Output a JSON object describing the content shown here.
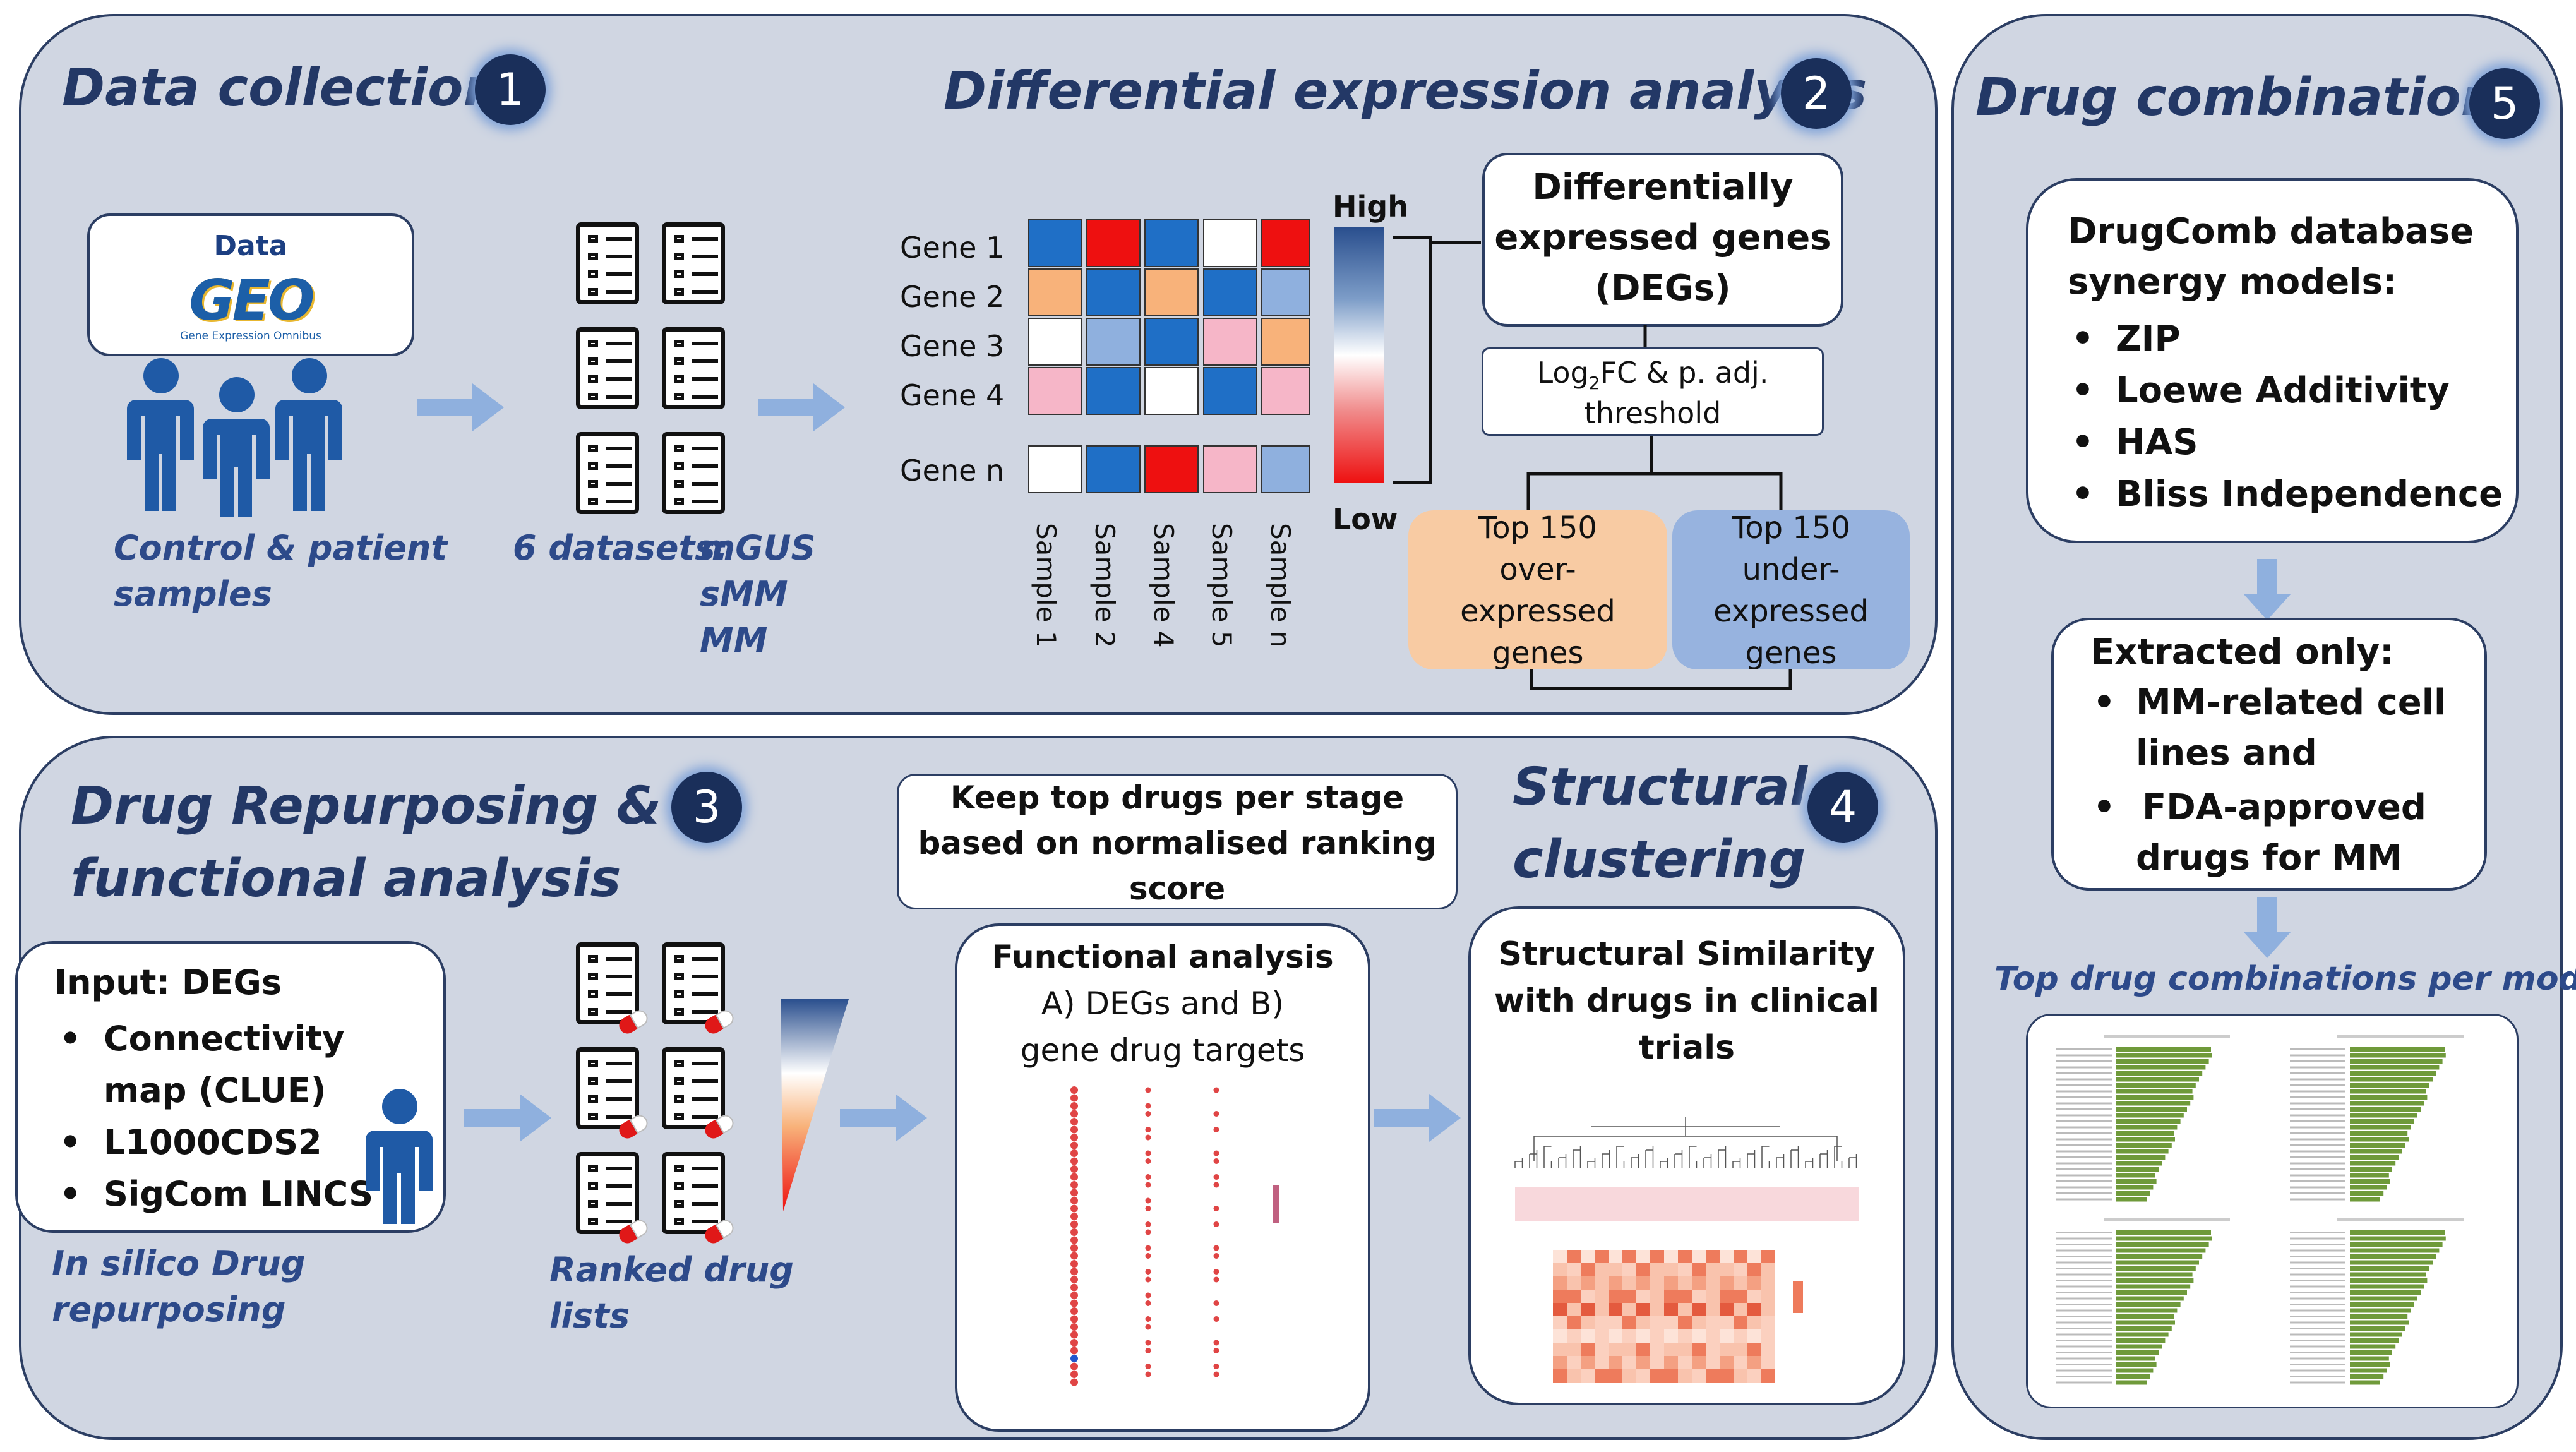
{
  "sections": {
    "s1": {
      "title": "Data collection",
      "num": "1"
    },
    "s2": {
      "title": "Differential expression analysis",
      "num": "2"
    },
    "s3": {
      "title_line1": "Drug Repurposing &",
      "title_line2": "functional analysis",
      "num": "3"
    },
    "s4": {
      "title_line1": "Structural",
      "title_line2": "clustering",
      "num": "4"
    },
    "s5": {
      "title": "Drug combinations",
      "num": "5"
    }
  },
  "data_collection": {
    "data_label": "Data",
    "geo_logo": "GEO",
    "geo_subtitle": "Gene Expression Omnibus",
    "caption_line1": "Control & patient",
    "caption_line2": "samples",
    "datasets_label": "6 datasets:",
    "datasets": [
      "mGUS",
      "sMM",
      "MM"
    ]
  },
  "heatmap": {
    "genes": [
      "Gene  1",
      "Gene  2",
      "Gene  3",
      "Gene  4",
      "Gene  n"
    ],
    "samples": [
      "Sample 1",
      "Sample 2",
      "Sample 4",
      "Sample 5",
      "Sample n"
    ],
    "cells": [
      [
        "#1f6fc6",
        "#ee1010",
        "#1f6fc6",
        "#ffffff",
        "#ee1010"
      ],
      [
        "#f8b27a",
        "#1f6fc6",
        "#f8b27a",
        "#1f6fc6",
        "#8fb0de"
      ],
      [
        "#ffffff",
        "#8fb0de",
        "#1f6fc6",
        "#f6b6c8",
        "#f8b27a"
      ],
      [
        "#f6b6c8",
        "#1f6fc6",
        "#ffffff",
        "#1f6fc6",
        "#f6b6c8"
      ],
      [
        "#ffffff",
        "#1f6fc6",
        "#ee1010",
        "#f6b6c8",
        "#8fb0de"
      ]
    ],
    "high_label": "High",
    "low_label": "Low"
  },
  "deg": {
    "title_lines": [
      "Differentially",
      "expressed genes",
      "(DEGs)"
    ],
    "threshold_pre": "Log",
    "threshold_sub": "2",
    "threshold_post": "FC & p. adj.",
    "threshold_line2": "threshold",
    "over_lines": [
      "Top 150",
      "over-",
      "expressed",
      "genes"
    ],
    "under_lines": [
      "Top 150",
      "under-",
      "expressed",
      "genes"
    ]
  },
  "repurposing": {
    "input_title": "Input: DEGs",
    "items": [
      "Connectivity",
      "map (CLUE)",
      "L1000CDS2",
      "SigCom LINCS"
    ],
    "caption_line1": "In silico Drug",
    "caption_line2": "repurposing",
    "ranked_line1": "Ranked drug",
    "ranked_line2": "lists",
    "keep_lines": [
      "Keep top drugs per stage",
      "based on normalised ranking",
      "score"
    ],
    "functional_lines": [
      "Functional analysis",
      "A) DEGs and B)",
      "gene drug targets"
    ]
  },
  "structural": {
    "box_lines": [
      "Structural Similarity",
      "with drugs in clinical",
      "trials"
    ]
  },
  "drug_comb": {
    "box_title_lines": [
      "DrugComb database",
      "synergy models:"
    ],
    "models": [
      "ZIP",
      "Loewe Additivity",
      "HAS",
      "Bliss Independence"
    ],
    "extract_title": "Extracted only:",
    "extract_items": [
      "MM-related cell",
      "lines and",
      "FDA-approved",
      "drugs for MM"
    ],
    "caption": "Top drug combinations per model"
  },
  "colors": {
    "panel_bg": "#d0d6e2",
    "border": "#2c3e63",
    "title": "#233866",
    "caption": "#2d4a8a",
    "arrow": "#8fb0de",
    "over_box": "#f8cba3",
    "under_box": "#97b3df",
    "bar_green": "#6f9a3a"
  }
}
